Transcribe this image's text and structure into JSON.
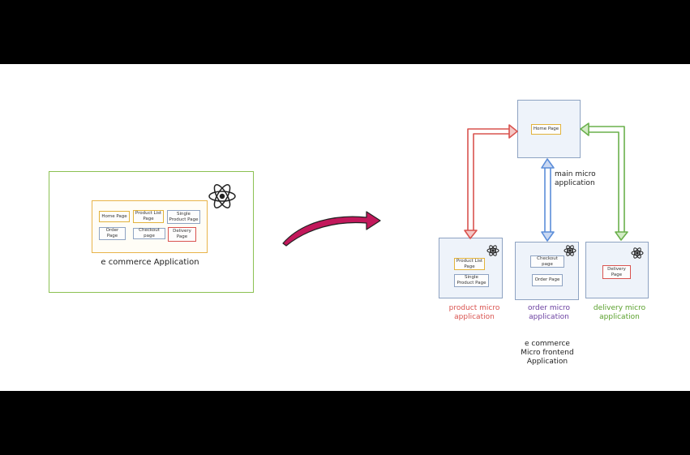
{
  "left_app": {
    "react_icon": "react-atom-icon",
    "pages": [
      {
        "label": "Home Page",
        "color": "#e2b33c"
      },
      {
        "label": "Product List Page",
        "color": "#e2b33c"
      },
      {
        "label": "Single Product Page",
        "color": "#8ea3c2"
      },
      {
        "label": "Order Page",
        "color": "#8ea3c2"
      },
      {
        "label": "Checkout page",
        "color": "#8ea3c2"
      },
      {
        "label": "Delivery Page",
        "color": "#d9534f"
      }
    ],
    "title": "e commerce Application",
    "border_color": "#8cc152",
    "inner_border_color": "#e8b44a"
  },
  "transition_arrow": {
    "icon": "curved-arrow-icon",
    "color": "#c2185b"
  },
  "main_micro": {
    "page_label": "Home Page",
    "title_line1": "main micro",
    "title_line2": "application"
  },
  "product_micro": {
    "pages": [
      "Product List Page",
      "Single Product Page"
    ],
    "title_line1": "product micro",
    "title_line2": "application",
    "color": "#d9534f"
  },
  "order_micro": {
    "pages": [
      "Checkout page",
      "Order Page"
    ],
    "title_line1": "order micro",
    "title_line2": "application",
    "color": "#6a3fa0"
  },
  "delivery_micro": {
    "pages": [
      "Delivery Page"
    ],
    "title_line1": "delivery micro",
    "title_line2": "application",
    "color": "#5aa02c"
  },
  "footer": {
    "line1": "e commerce",
    "line2": "Micro frontend",
    "line3": "Application"
  },
  "connector_colors": {
    "red": "#d9534f",
    "blue": "#5b8dd9",
    "green": "#6ab04c"
  }
}
